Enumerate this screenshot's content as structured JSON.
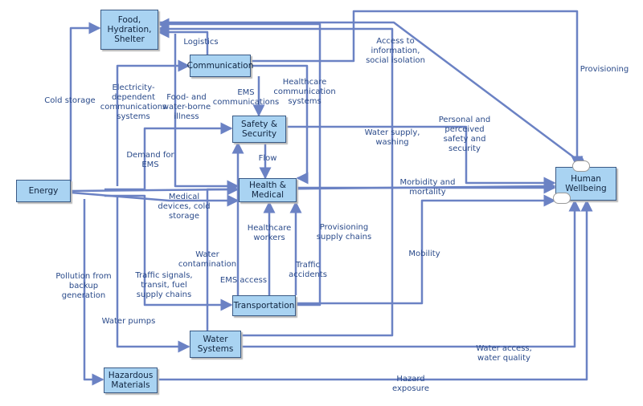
{
  "nodes": {
    "food": [
      "Food,",
      "Hydration,",
      "Shelter"
    ],
    "communication": "Communication",
    "safety": [
      "Safety &",
      "Security"
    ],
    "health": [
      "Health &",
      "Medical"
    ],
    "energy": "Energy",
    "transportation": "Transportation",
    "water": [
      "Water",
      "Systems"
    ],
    "hazardous": [
      "Hazardous",
      "Materials"
    ],
    "wellbeing": [
      "Human",
      "Wellbeing"
    ]
  },
  "labels": {
    "logistics": [
      "Logistics"
    ],
    "cold_storage": [
      "Cold storage"
    ],
    "elec_dependent": [
      "Electricity-",
      "dependent",
      "communications",
      "systems"
    ],
    "food_water_illness": [
      "Food- and",
      "water-borne",
      "illness"
    ],
    "ems_comm": [
      "EMS",
      "communications"
    ],
    "healthcare_comm": [
      "Healthcare",
      "communication",
      "systems"
    ],
    "access_info": [
      "Access to",
      "information,",
      "social isolation"
    ],
    "provisioning": [
      "Provisioning"
    ],
    "personal_safety": [
      "Personal and",
      "perceived",
      "safety and",
      "security"
    ],
    "water_supply": [
      "Water supply,",
      "washing"
    ],
    "demand_ems": [
      "Demand for",
      "EMS"
    ],
    "flow": [
      "Flow"
    ],
    "morbidity": [
      "Morbidity and",
      "mortality"
    ],
    "medical_devices": [
      "Medical",
      "devices, cold",
      "storage"
    ],
    "healthcare_workers": [
      "Healthcare",
      "workers"
    ],
    "provisioning_supply": [
      "Provisioning",
      "supply chains"
    ],
    "water_contamination": [
      "Water",
      "contamination"
    ],
    "mobility": [
      "Mobility"
    ],
    "traffic_accidents": [
      "Traffic",
      "accidents"
    ],
    "pollution": [
      "Pollution from",
      "backup",
      "generation"
    ],
    "traffic_signals": [
      "Traffic signals,",
      "transit, fuel",
      "supply chains"
    ],
    "ems_access": [
      "EMS access"
    ],
    "water_pumps": [
      "Water pumps"
    ],
    "water_access": [
      "Water access,",
      "water quality"
    ],
    "hazard_exposure": [
      "Hazard",
      "exposure"
    ]
  },
  "colors": {
    "arrow": "#6b82c4",
    "node_fill": "#a9d3f2",
    "node_border": "#3a5a85",
    "label": "#2a4a8a"
  }
}
